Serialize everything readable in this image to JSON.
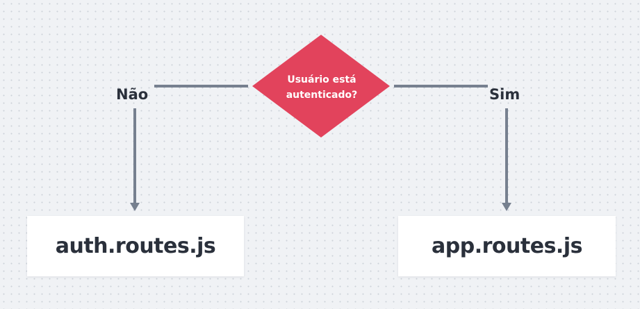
{
  "decision": {
    "line1": "Usuário está",
    "line2": "autenticado?"
  },
  "branches": {
    "no_label": "Não",
    "yes_label": "Sim"
  },
  "nodes": {
    "auth": "auth.routes.js",
    "app": "app.routes.js"
  },
  "colors": {
    "decision_fill": "#e2435c",
    "connector": "#76808f",
    "text": "#2a303b",
    "background": "#f0f2f5"
  }
}
